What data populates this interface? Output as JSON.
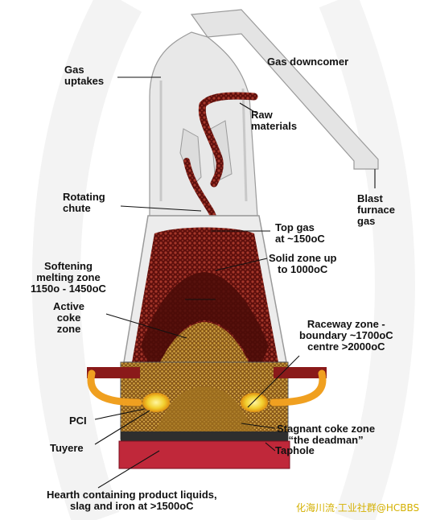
{
  "diagram": {
    "labels": {
      "gas_uptakes": "Gas\nuptakes",
      "gas_downcomer": "Gas downcomer",
      "raw_materials": "Raw\nmaterials",
      "rotating_chute": "Rotating\nchute",
      "blast_furnace_gas": "Blast\nfurnace\ngas",
      "top_gas": "Top gas\nat ~150oC",
      "solid_zone": "Solid zone up\nto 1000oC",
      "softening_zone": "Softening\nmelting zone\n1150o - 1450oC",
      "active_coke_zone": "Active\ncoke\nzone",
      "raceway_zone": "Raceway zone -\nboundary ~1700oC\ncentre >2000oC",
      "pci": "PCI",
      "tuyere": "Tuyere",
      "stagnant_coke_zone": "Stagnant coke zone\n“the deadman”",
      "taphole": "Taphole",
      "hearth": "Hearth containing product liquids,\nslag and iron at >1500oC"
    },
    "watermark": "化海川流·工业社群@HCBBS",
    "colors": {
      "burden": "#7a1a14",
      "coke": "#b98a2a",
      "tuyere_flame": "#f0a020",
      "hearth": "#c0283a",
      "shell": "#e6e6e6"
    }
  }
}
